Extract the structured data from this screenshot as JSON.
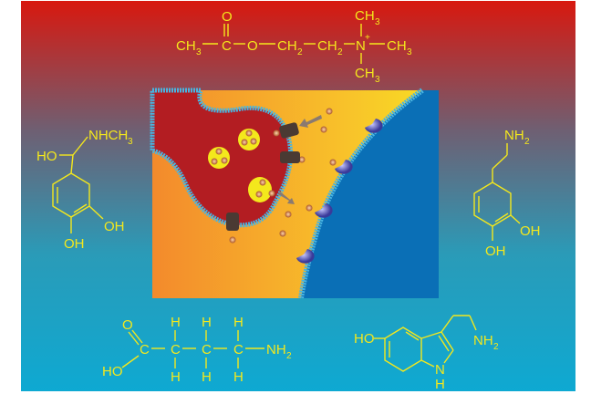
{
  "colors": {
    "top": "#d8180f",
    "middle": "#6f5f72",
    "bottom": "#0ea9d2",
    "formula": "#f4e81c",
    "postsynaptic": "#0a6fb6",
    "presynaptic": "#b31d22"
  },
  "formulas": {
    "acetylcholine": {
      "ch3_left": "CH",
      "c": "C",
      "o_top": "O",
      "o_ester": "O",
      "ch2_a": "CH",
      "ch2_b": "CH",
      "n": "N",
      "plus": "+",
      "ch3_top": "CH",
      "ch3_right": "CH",
      "ch3_bottom": "CH",
      "sub3": "3",
      "sub2": "2"
    },
    "epinephrine": {
      "nhch3": "NHCH",
      "sub3": "3",
      "ho": "HO",
      "oh_a": "OH",
      "oh_b": "OH"
    },
    "dopamine": {
      "nh2": "NH",
      "sub2": "2",
      "oh_a": "OH",
      "oh_b": "OH"
    },
    "gaba": {
      "o": "O",
      "ho": "HO",
      "c": "C",
      "h": "H",
      "nh2": "NH",
      "sub2": "2"
    },
    "serotonin": {
      "ho": "HO",
      "nh2": "NH",
      "sub2": "2",
      "n": "N",
      "h": "H"
    }
  }
}
